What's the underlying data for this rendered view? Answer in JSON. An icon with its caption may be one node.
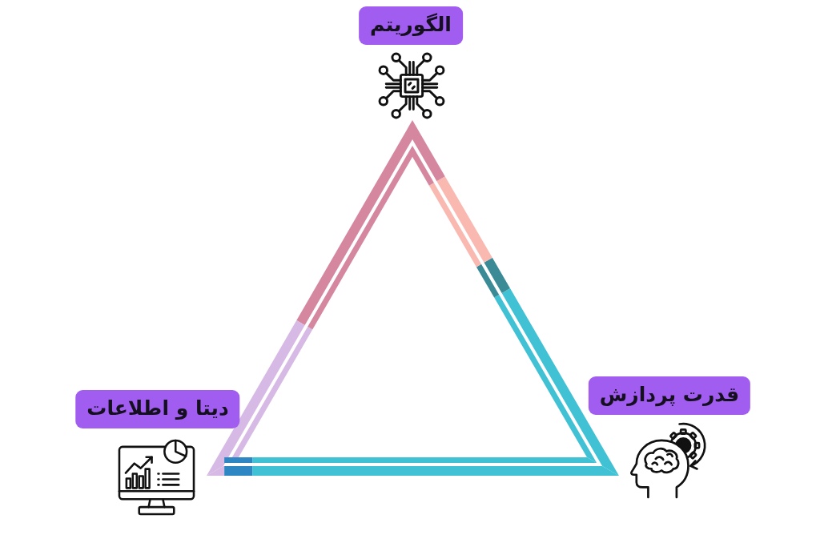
{
  "diagram": {
    "nodes": [
      {
        "text": [
          "الگوریتم"
        ]
      },
      {
        "text": [
          "قدرت پردازش"
        ]
      },
      {
        "text": [
          "دیتا و اطلاعات"
        ]
      }
    ]
  }
}
